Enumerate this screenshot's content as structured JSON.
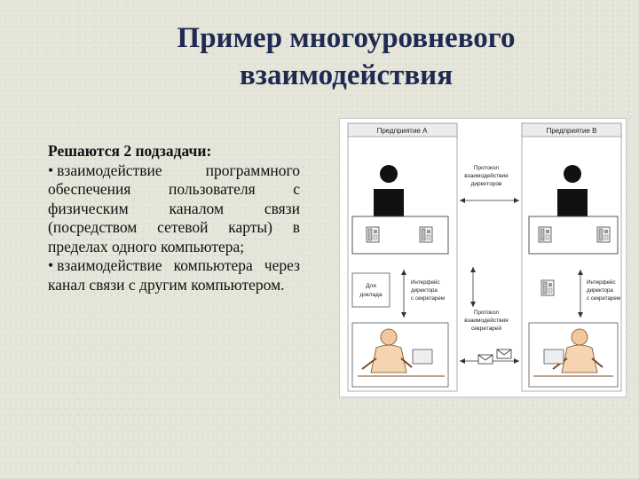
{
  "slide": {
    "title_line1": "Пример многоуровневого",
    "title_line2": "взаимодействия"
  },
  "body": {
    "heading": "Решаются 2 подзадачи:",
    "bullet1": "взаимодействие программного обеспечения пользователя с физическим каналом связи (посредством сетевой карты) в пределах одного компьютера;",
    "bullet2": "взаимодействие компьютера через канал связи с другим компьютером.",
    "bullet_symbol": "•"
  },
  "diagram": {
    "enterprise_a": "Предприятие А",
    "enterprise_b": "Предприятие В",
    "protocol_directors": [
      "Протокол",
      "взаимодействия",
      "директоров"
    ],
    "for_report": [
      "Для",
      "доклада"
    ],
    "interface_left": [
      "Интерфейс",
      "директора",
      "с секретарем"
    ],
    "interface_right": [
      "Интерфейс",
      "директора",
      "с секретарем"
    ],
    "protocol_secretaries": [
      "Протокол",
      "взаимодействия",
      "секретарей"
    ]
  }
}
